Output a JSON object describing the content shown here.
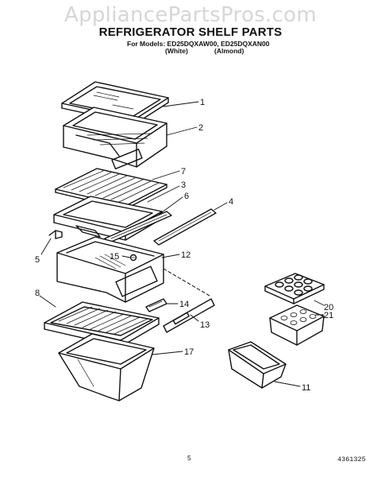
{
  "watermark": "AppliancePartsPros.com",
  "title": "REFRIGERATOR SHELF PARTS",
  "models_line": "For Models: ED25DQXAW00, ED25DQXAN00",
  "variants": [
    "(White)",
    "(Almond)"
  ],
  "callouts": [
    "1",
    "2",
    "7",
    "3",
    "6",
    "4",
    "5",
    "15",
    "12",
    "8",
    "14",
    "13",
    "17",
    "20",
    "21",
    "11"
  ],
  "page_number": "5",
  "diagram_number": "4361325"
}
